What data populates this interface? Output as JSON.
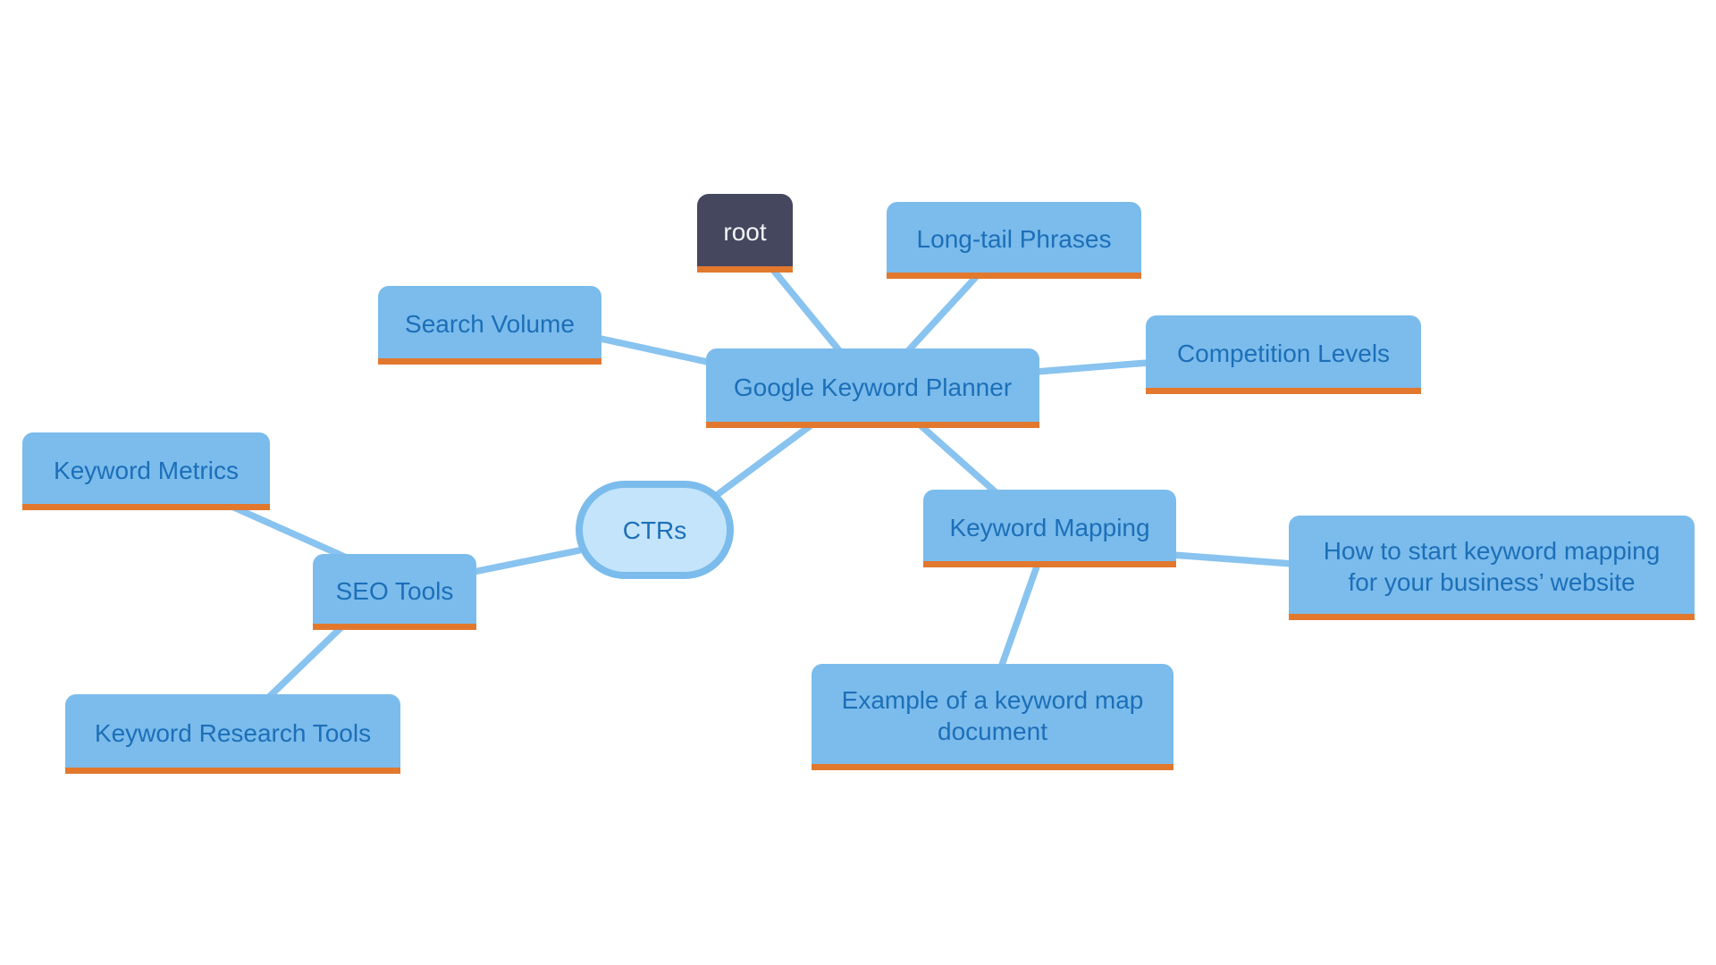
{
  "diagram": {
    "type": "mindmap",
    "colors": {
      "background": "#FFFFFF",
      "node_fill": "#7BBCEC",
      "node_text": "#1C6FB8",
      "node_underline": "#E2782E",
      "root_fill": "#45475F",
      "root_text": "#F4F4F6",
      "highlight_node_fill": "#C3E4FB",
      "edge": "#89C3EF"
    },
    "nodes": {
      "root": {
        "label": "root"
      },
      "google_keyword_planner": {
        "label": "Google Keyword Planner"
      },
      "long_tail_phrases": {
        "label": "Long-tail Phrases"
      },
      "search_volume": {
        "label": "Search Volume"
      },
      "competition_levels": {
        "label": "Competition Levels"
      },
      "ctrs": {
        "label": "CTRs"
      },
      "seo_tools": {
        "label": "SEO Tools"
      },
      "keyword_metrics": {
        "label": "Keyword Metrics"
      },
      "keyword_research_tools": {
        "label": "Keyword Research Tools"
      },
      "keyword_mapping": {
        "label": "Keyword Mapping"
      },
      "how_to_start": {
        "label": "How to start keyword mapping for your business’ website"
      },
      "example_document": {
        "label": "Example of a keyword map document"
      }
    },
    "edges": [
      {
        "from": "root",
        "to": "google_keyword_planner"
      },
      {
        "from": "long_tail_phrases",
        "to": "google_keyword_planner"
      },
      {
        "from": "search_volume",
        "to": "google_keyword_planner"
      },
      {
        "from": "competition_levels",
        "to": "google_keyword_planner"
      },
      {
        "from": "google_keyword_planner",
        "to": "ctrs"
      },
      {
        "from": "google_keyword_planner",
        "to": "keyword_mapping"
      },
      {
        "from": "ctrs",
        "to": "seo_tools"
      },
      {
        "from": "keyword_metrics",
        "to": "seo_tools"
      },
      {
        "from": "seo_tools",
        "to": "keyword_research_tools"
      },
      {
        "from": "keyword_mapping",
        "to": "how_to_start"
      },
      {
        "from": "keyword_mapping",
        "to": "example_document"
      }
    ]
  }
}
